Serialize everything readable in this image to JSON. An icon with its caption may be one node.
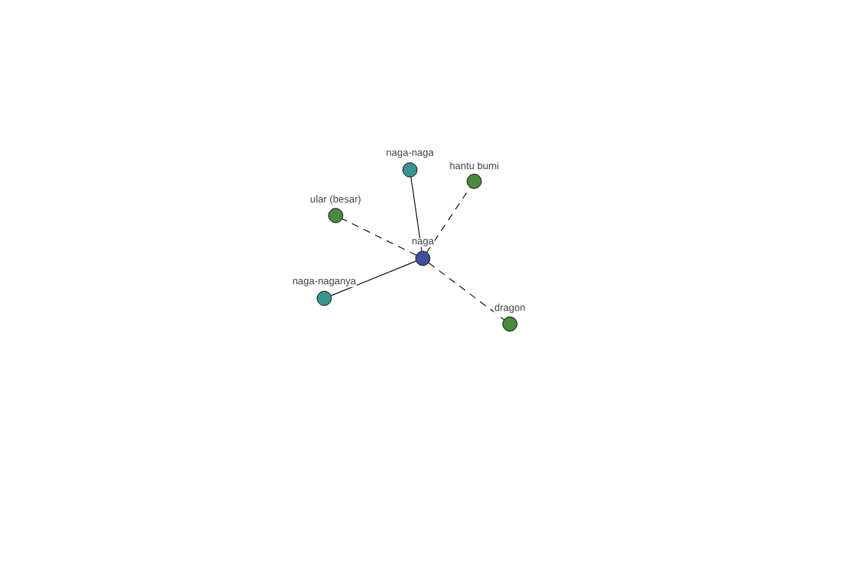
{
  "diagram": {
    "nodes": [
      {
        "text": [
          "naga"
        ]
      },
      {
        "text": [
          "naga-naga"
        ]
      },
      {
        "text": [
          "hantu bumi"
        ]
      },
      {
        "text": [
          "ular (besar)"
        ]
      },
      {
        "text": [
          "naga-naganya"
        ]
      },
      {
        "text": [
          "dragon"
        ]
      }
    ],
    "edges": [
      {
        "from": 0,
        "to": 1,
        "arrow": "none"
      },
      {
        "from": 0,
        "to": 2,
        "arrow": "none",
        "style": "dashed"
      },
      {
        "from": 0,
        "to": 3,
        "arrow": "none",
        "style": "dashed"
      },
      {
        "from": 0,
        "to": 4,
        "arrow": "none"
      },
      {
        "from": 0,
        "to": 5,
        "arrow": "none",
        "style": "dashed"
      }
    ]
  }
}
